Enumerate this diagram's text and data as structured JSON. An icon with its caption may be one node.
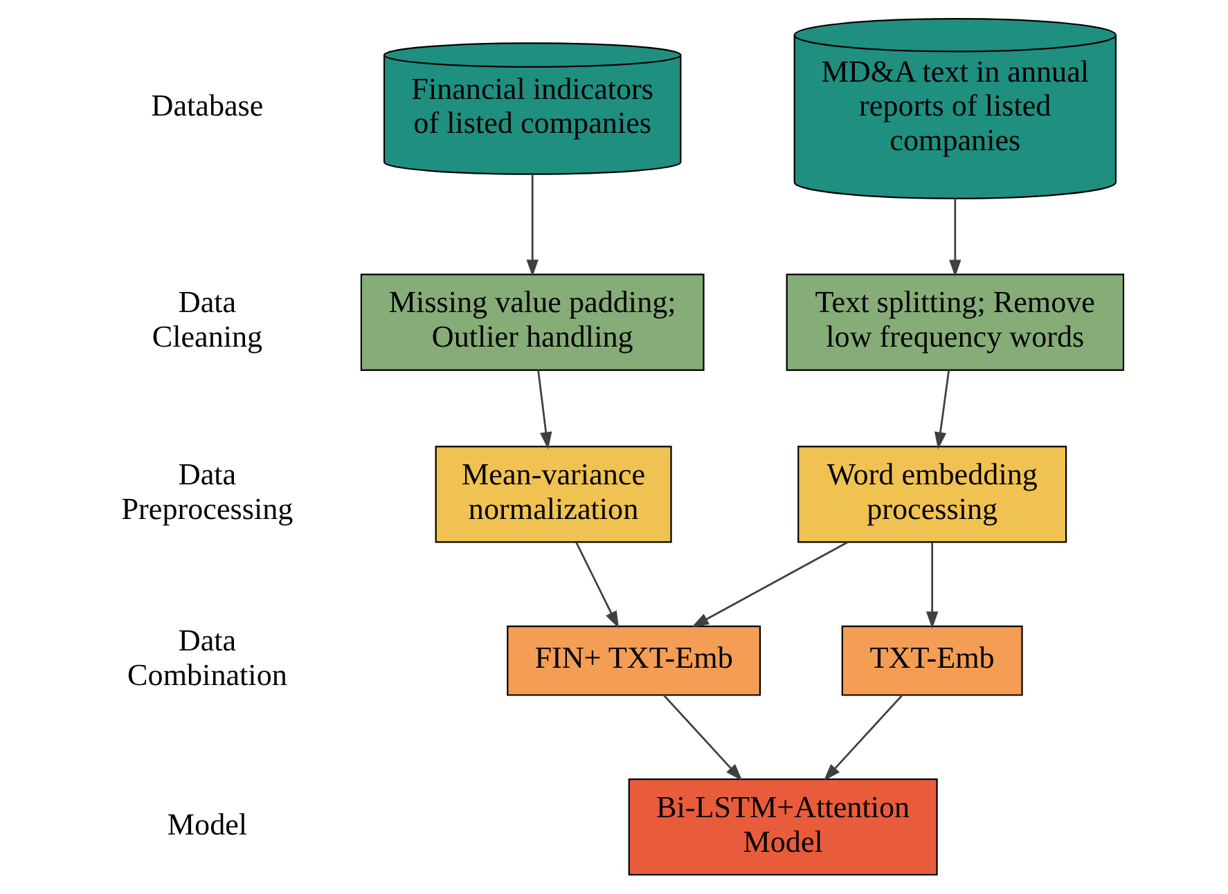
{
  "diagram": {
    "nodes": [
      {
        "text": [
          "Financial indicators of listed companies"
        ]
      },
      {
        "text": [
          "MD&A text in annual reports of listed companies"
        ]
      },
      {
        "text": [
          "Missing value padding; Outlier handling"
        ]
      },
      {
        "text": [
          "Text splitting; Remove low frequency words"
        ]
      },
      {
        "text": [
          "Mean-variance normalization"
        ]
      },
      {
        "text": [
          "Word embedding processing"
        ]
      },
      {
        "text": [
          "FIN+ TXT-Emb"
        ]
      },
      {
        "text": [
          "TXT-Emb"
        ]
      },
      {
        "text": [
          "Bi-LSTM+Attention Model"
        ]
      }
    ],
    "edges": [
      {
        "from": 0,
        "to": 2,
        "arrow": "to"
      },
      {
        "from": 1,
        "to": 3,
        "arrow": "to"
      },
      {
        "from": 2,
        "to": 4,
        "arrow": "to"
      },
      {
        "from": 3,
        "to": 5,
        "arrow": "to"
      },
      {
        "from": 4,
        "to": 6,
        "arrow": "to"
      },
      {
        "from": 5,
        "to": 6,
        "arrow": "to"
      },
      {
        "from": 5,
        "to": 7,
        "arrow": "to"
      },
      {
        "from": 6,
        "to": 8,
        "arrow": "to"
      },
      {
        "from": 7,
        "to": 8,
        "arrow": "to"
      }
    ],
    "labels": [
      "Database",
      "Data Cleaning",
      "Data Preprocessing",
      "Data Combination",
      "Model"
    ]
  }
}
